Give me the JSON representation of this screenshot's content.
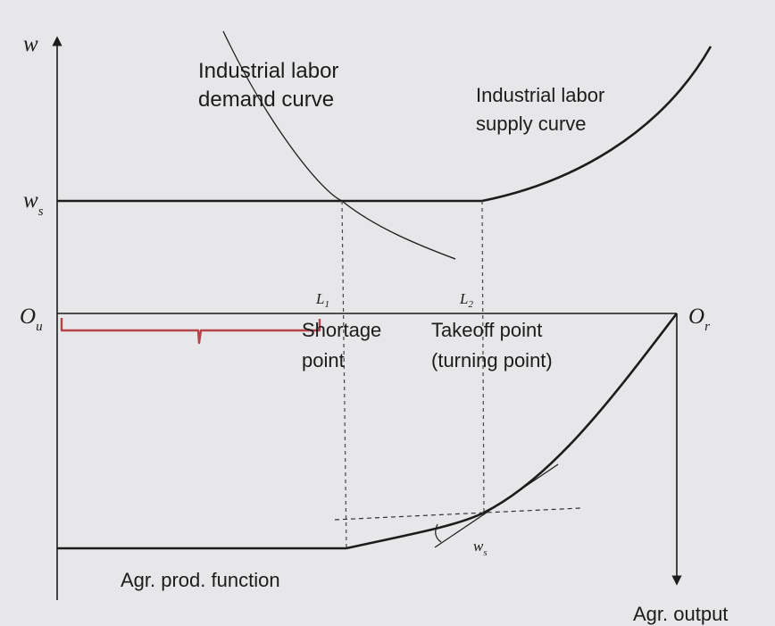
{
  "axes": {
    "w_axis_label": "w",
    "w_s_label": "w",
    "w_s_sub": "s",
    "origin_left": "O",
    "origin_left_sub": "u",
    "origin_right": "O",
    "origin_right_sub": "r",
    "output_axis_label": "Agr. output"
  },
  "markers": {
    "L1": "L",
    "L1_sub": "1",
    "L2": "L",
    "L2_sub": "2",
    "ws_tangent": "w",
    "ws_tangent_sub": "s"
  },
  "curves": {
    "demand_line1": "Industrial labor",
    "demand_line2": "demand curve",
    "supply_line1": "Industrial labor",
    "supply_line2": "supply curve",
    "prod_function": "Agr. prod. function"
  },
  "points": {
    "shortage_line1": "Shortage",
    "shortage_line2": "point",
    "takeoff_line1": "Takeoff point",
    "takeoff_line2": "(turning point)"
  },
  "colors": {
    "background": "#e7e6e8",
    "ink": "#1c1c1c",
    "annotation": "#b5434a"
  }
}
